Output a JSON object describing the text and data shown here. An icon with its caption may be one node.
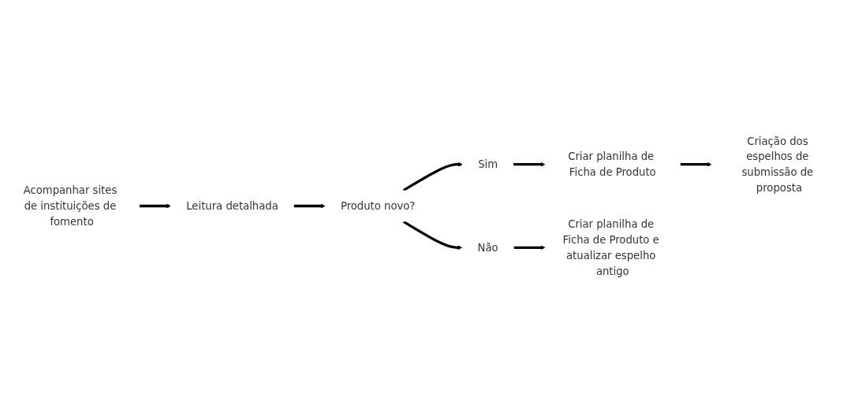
{
  "diagram": {
    "nodes": [
      {
        "text": [
          "Acompanhar sites de instituições de fomento"
        ]
      },
      {
        "text": [
          "Leitura detalhada"
        ]
      },
      {
        "text": [
          "Produto novo?"
        ]
      },
      {
        "text": [
          "Sim"
        ]
      },
      {
        "text": [
          "Não"
        ]
      },
      {
        "text": [
          "Criar planilha de Ficha de Produto"
        ]
      },
      {
        "text": [
          "Criação dos espelhos de submissão de proposta"
        ]
      },
      {
        "text": [
          "Criar planilha de Ficha de Produto e atualizar espelho antigo"
        ]
      }
    ],
    "edges": [
      {
        "from": 0,
        "to": 1,
        "arrow": "to"
      },
      {
        "from": 1,
        "to": 2,
        "arrow": "to"
      },
      {
        "from": 2,
        "to": 3,
        "arrow": "to"
      },
      {
        "from": 2,
        "to": 4,
        "arrow": "to"
      },
      {
        "from": 3,
        "to": 5,
        "arrow": "to"
      },
      {
        "from": 5,
        "to": 6,
        "arrow": "to"
      },
      {
        "from": 4,
        "to": 7,
        "arrow": "to"
      }
    ]
  }
}
